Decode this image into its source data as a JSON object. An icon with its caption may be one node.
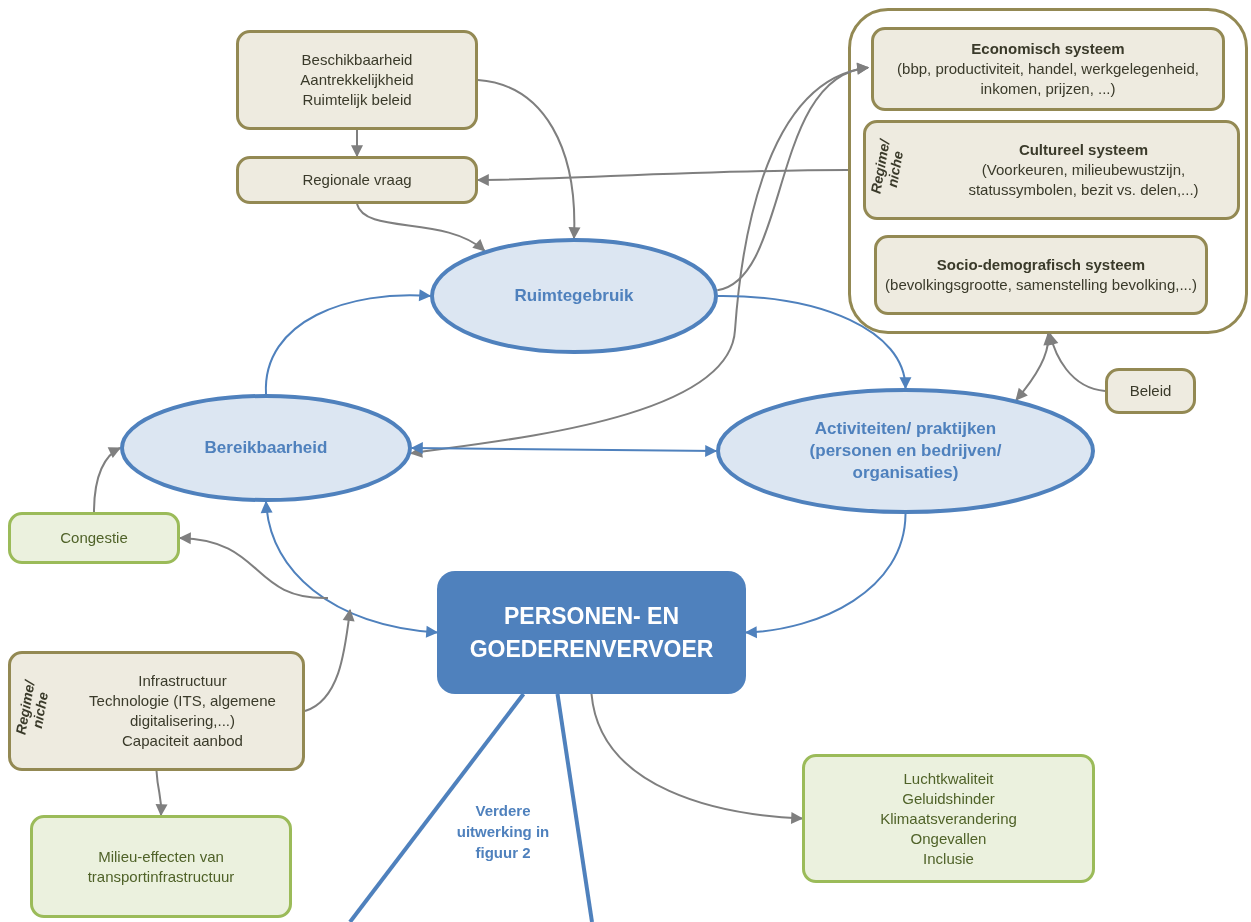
{
  "diagram": {
    "nodes": [
      {
        "text": [
          "Beschikbaarheid",
          "Aantrekkelijkheid",
          "Ruimtelijk beleid"
        ]
      },
      {
        "text": [
          "Regionale vraag"
        ]
      },
      {
        "text": [
          "Ruimtegebruik"
        ]
      },
      {
        "text": [],
        "shape": "box"
      },
      {
        "text": [
          "Economisch systeem",
          "(bbp, productiviteit, handel, werkgelegenheid, inkomen, prijzen, ...)"
        ],
        "in": 3
      },
      {
        "text": [
          "Regime/ niche",
          "Cultureel systeem",
          "(Voorkeuren, milieubewustzijn, statussymbolen, bezit vs. delen,...)"
        ],
        "in": 3
      },
      {
        "text": [
          "Socio-demografisch systeem",
          "(bevolkingsgrootte, samenstelling bevolking,...)"
        ],
        "in": 3
      },
      {
        "text": [
          "Beleid"
        ]
      },
      {
        "text": [
          "Bereikbaarheid"
        ]
      },
      {
        "text": [
          "Activiteiten/ praktijken (personen en bedrijven/ organisaties)"
        ]
      },
      {
        "text": [
          "Congestie"
        ]
      },
      {
        "text": [
          "PERSONEN- EN GOEDERENVERVOER"
        ]
      },
      {
        "text": [
          "Regime/ niche",
          "Infrastructuur",
          "Technologie (ITS, algemene digitalisering,...)",
          "Capaciteit aanbod"
        ]
      },
      {
        "text": [
          "Milieu-effecten van transportinfrastructuur"
        ]
      },
      {
        "text": [
          "Luchtkwaliteit",
          "Geluidshinder",
          "Klimaatsverandering",
          "Ongevallen",
          "Inclusie"
        ]
      }
    ],
    "edges": [
      {
        "from": 0,
        "to": 1,
        "arrow": "to"
      },
      {
        "from": 0,
        "to": 2,
        "arrow": "to"
      },
      {
        "from": 1,
        "to": 2,
        "arrow": "to"
      },
      {
        "from": 3,
        "to": 1,
        "arrow": "to"
      },
      {
        "from": 2,
        "to": 4,
        "arrow": "to"
      },
      {
        "from": 4,
        "to": 8,
        "arrow": "both"
      },
      {
        "from": 2,
        "to": 9,
        "arrow": "to",
        "color": "#4f81bd"
      },
      {
        "from": 8,
        "to": 2,
        "arrow": "to",
        "color": "#4f81bd"
      },
      {
        "from": 8,
        "to": 9,
        "arrow": "both",
        "color": "#4f81bd"
      },
      {
        "from": 9,
        "to": 11,
        "arrow": "to",
        "color": "#4f81bd"
      },
      {
        "from": 11,
        "to": 8,
        "arrow": "both",
        "color": "#4f81bd"
      },
      {
        "from": 10,
        "to": 8,
        "arrow": "to"
      },
      {
        "from": null,
        "to": 10,
        "arrow": "to"
      },
      {
        "from": 12,
        "to": null,
        "arrow": "to"
      },
      {
        "from": 12,
        "to": 13,
        "arrow": "to"
      },
      {
        "from": 11,
        "to": 14,
        "arrow": "to"
      },
      {
        "from": 7,
        "to": 3,
        "arrow": "to"
      },
      {
        "from": 9,
        "to": 3,
        "arrow": "both"
      },
      {
        "from": 11,
        "to": null,
        "arrow": "none",
        "style": "thick",
        "color": "#4f81bd"
      },
      {
        "from": 11,
        "to": null,
        "arrow": "none",
        "style": "thick",
        "color": "#4f81bd"
      }
    ],
    "labels": [
      "Verdere uitwerking in figuur 2"
    ]
  }
}
